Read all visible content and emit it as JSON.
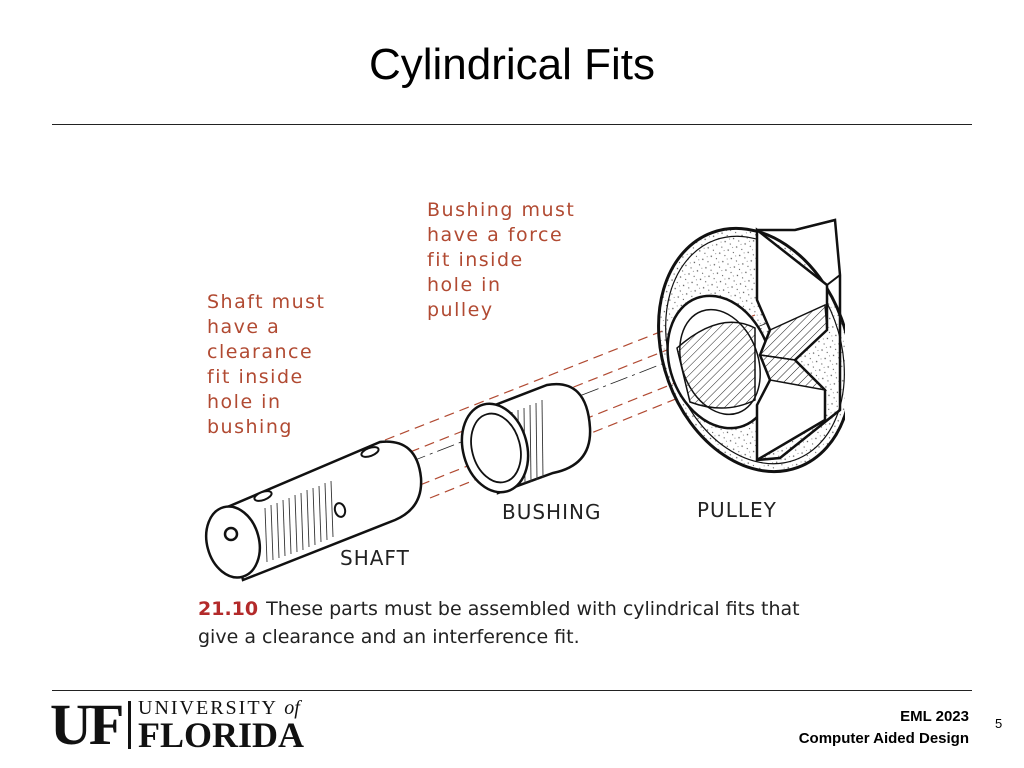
{
  "slide": {
    "title": "Cylindrical Fits",
    "page_number": "5"
  },
  "figure": {
    "notes": {
      "shaft": [
        "Shaft must",
        "have a",
        "clearance",
        "fit inside",
        "hole in",
        "bushing"
      ],
      "bushing": [
        "Bushing must",
        "have a force",
        "fit inside",
        "hole in",
        "pulley"
      ]
    },
    "labels": {
      "shaft": "SHAFT",
      "bushing": "BUSHING",
      "pulley": "PULLEY"
    },
    "caption": {
      "number": "21.10",
      "line1": "These parts must be assembled with cylindrical fits that",
      "line2": "give a clearance and an interference fit."
    },
    "colors": {
      "note": "#b14a32",
      "caption_number": "#b32a2a"
    }
  },
  "footer": {
    "logo": {
      "uf": "UF",
      "university": "UNIVERSITY",
      "of": "of",
      "florida": "FLORIDA"
    },
    "course_code": "EML 2023",
    "course_name": "Computer Aided Design"
  }
}
